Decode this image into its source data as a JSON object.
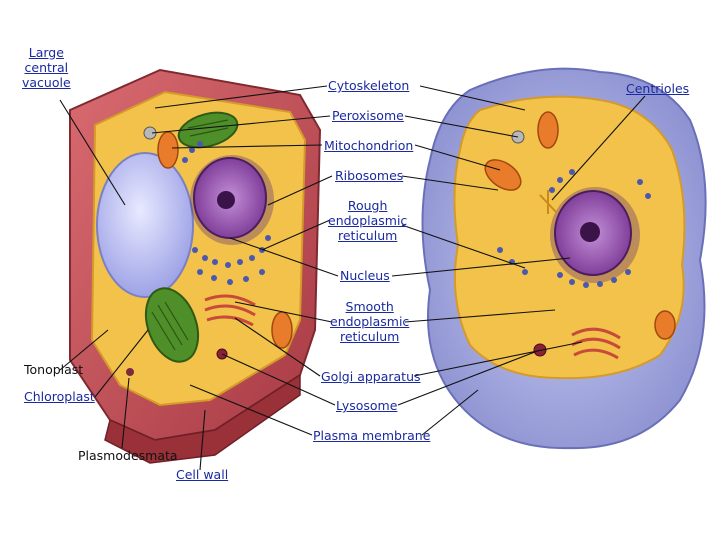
{
  "labels": {
    "large_central_vacuole": "Large\ncentral\nvacuole",
    "cytoskeleton": "Cytoskeleton",
    "peroxisome": "Peroxisome",
    "mitochondrion": "Mitochondrion",
    "ribosomes": "Ribosomes",
    "rough_er": "Rough\nendoplasmic\nreticulum",
    "nucleus": "Nucleus",
    "smooth_er": "Smooth\nendoplasmic\nreticulum",
    "golgi": "Golgi apparatus",
    "lysosome": "Lysosome",
    "plasma_membrane": "Plasma membrane",
    "centrioles": "Centrioles",
    "tonoplast": "Tonoplast",
    "chloroplast": "Chloroplast",
    "plasmodesmata": "Plasmodesmata",
    "cell_wall": "Cell wall"
  },
  "colors": {
    "label_text": "#1a2aa0",
    "cell_wall": "#c8525a",
    "cytoplasm": "#f2c24a",
    "vacuole": "#b9bdf0",
    "nucleus": "#9a55b4",
    "chloroplast": "#4f8f2a",
    "animal_membrane": "#a9a9e0"
  }
}
